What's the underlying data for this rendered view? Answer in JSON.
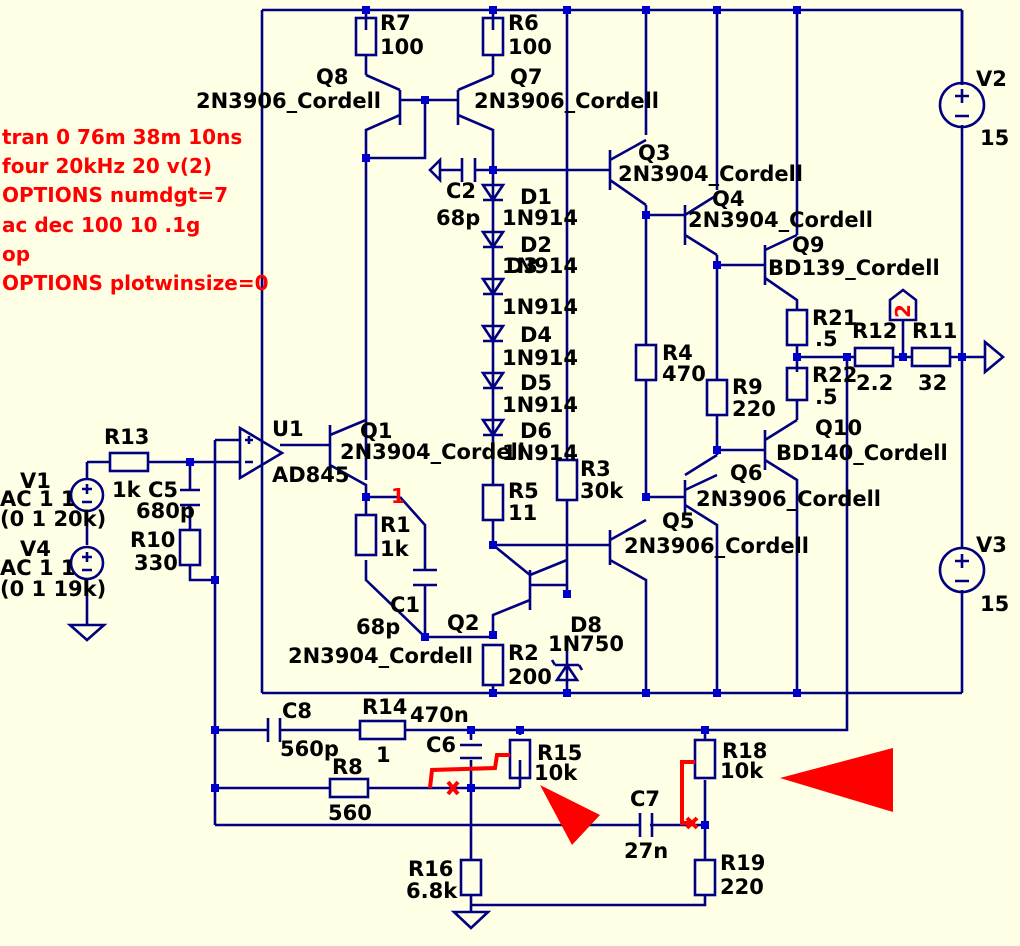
{
  "directives": [
    "tran 0 76m 38m 10ns",
    "four 20kHz 20 v(2)",
    "OPTIONS numdgt=7",
    "ac dec 100 10 .1g",
    "op",
    "OPTIONS plotwinsize=0"
  ],
  "components": [
    {
      "ref": "R7",
      "value": "100"
    },
    {
      "ref": "R6",
      "value": "100"
    },
    {
      "ref": "Q8",
      "value": "2N3906_Cordell"
    },
    {
      "ref": "Q7",
      "value": "2N3906_Cordell"
    },
    {
      "ref": "Q3",
      "value": "2N3904_Cordell"
    },
    {
      "ref": "Q4",
      "value": "2N3904_Cordell"
    },
    {
      "ref": "Q9",
      "value": "BD139_Cordell"
    },
    {
      "ref": "C2",
      "value": "68p"
    },
    {
      "ref": "D1",
      "value": "1N914"
    },
    {
      "ref": "D2",
      "value": "1N914"
    },
    {
      "ref": "D3",
      "value": "1N914"
    },
    {
      "ref": "D4",
      "value": "1N914"
    },
    {
      "ref": "D5",
      "value": "1N914"
    },
    {
      "ref": "D6",
      "value": "1N914"
    },
    {
      "ref": "V2",
      "value": "15"
    },
    {
      "ref": "V3",
      "value": "15"
    },
    {
      "ref": "R21",
      "value": ".5"
    },
    {
      "ref": "R22",
      "value": ".5"
    },
    {
      "ref": "R12",
      "value": "2.2"
    },
    {
      "ref": "R11",
      "value": "32"
    },
    {
      "ref": "R4",
      "value": "470"
    },
    {
      "ref": "R9",
      "value": "220"
    },
    {
      "ref": "Q10",
      "value": "BD140_Cordell"
    },
    {
      "ref": "Q6",
      "value": "2N3906_Cordell"
    },
    {
      "ref": "Q5",
      "value": "2N3906_Cordell"
    },
    {
      "ref": "R3",
      "value": "30k"
    },
    {
      "ref": "R5",
      "value": "11"
    },
    {
      "ref": "U1",
      "value": "AD845"
    },
    {
      "ref": "Q1",
      "value": "2N3904_Cordell"
    },
    {
      "ref": "R13",
      "value": "1k"
    },
    {
      "ref": "C5",
      "value": "680p"
    },
    {
      "ref": "V1",
      "value": "AC 1 1",
      "value2": "(0 1 20k)"
    },
    {
      "ref": "V4",
      "value": "AC 1 1",
      "value2": "(0 1 19k)"
    },
    {
      "ref": "R10",
      "value": "330"
    },
    {
      "ref": "R1",
      "value": "1k"
    },
    {
      "ref": "C1",
      "value": "68p"
    },
    {
      "ref": "Q2",
      "value": "2N3904_Cordell"
    },
    {
      "ref": "D8",
      "value": "1N750"
    },
    {
      "ref": "R2",
      "value": "200"
    },
    {
      "ref": "C8",
      "value": "560p"
    },
    {
      "ref": "R14",
      "value": "1"
    },
    {
      "ref": "C6",
      "value": "470n"
    },
    {
      "ref": "R15",
      "value": "10k"
    },
    {
      "ref": "R18",
      "value": "10k"
    },
    {
      "ref": "R8",
      "value": "560"
    },
    {
      "ref": "C7",
      "value": "27n"
    },
    {
      "ref": "R16",
      "value": "6.8k"
    },
    {
      "ref": "R19",
      "value": "220"
    }
  ],
  "net_labels": {
    "n1": "1",
    "n2": "2"
  },
  "colors": {
    "background": "#FFFFE6",
    "wire": "#000080",
    "junction": "#0000CC",
    "text": "#000000",
    "directive": "#FF0000"
  }
}
